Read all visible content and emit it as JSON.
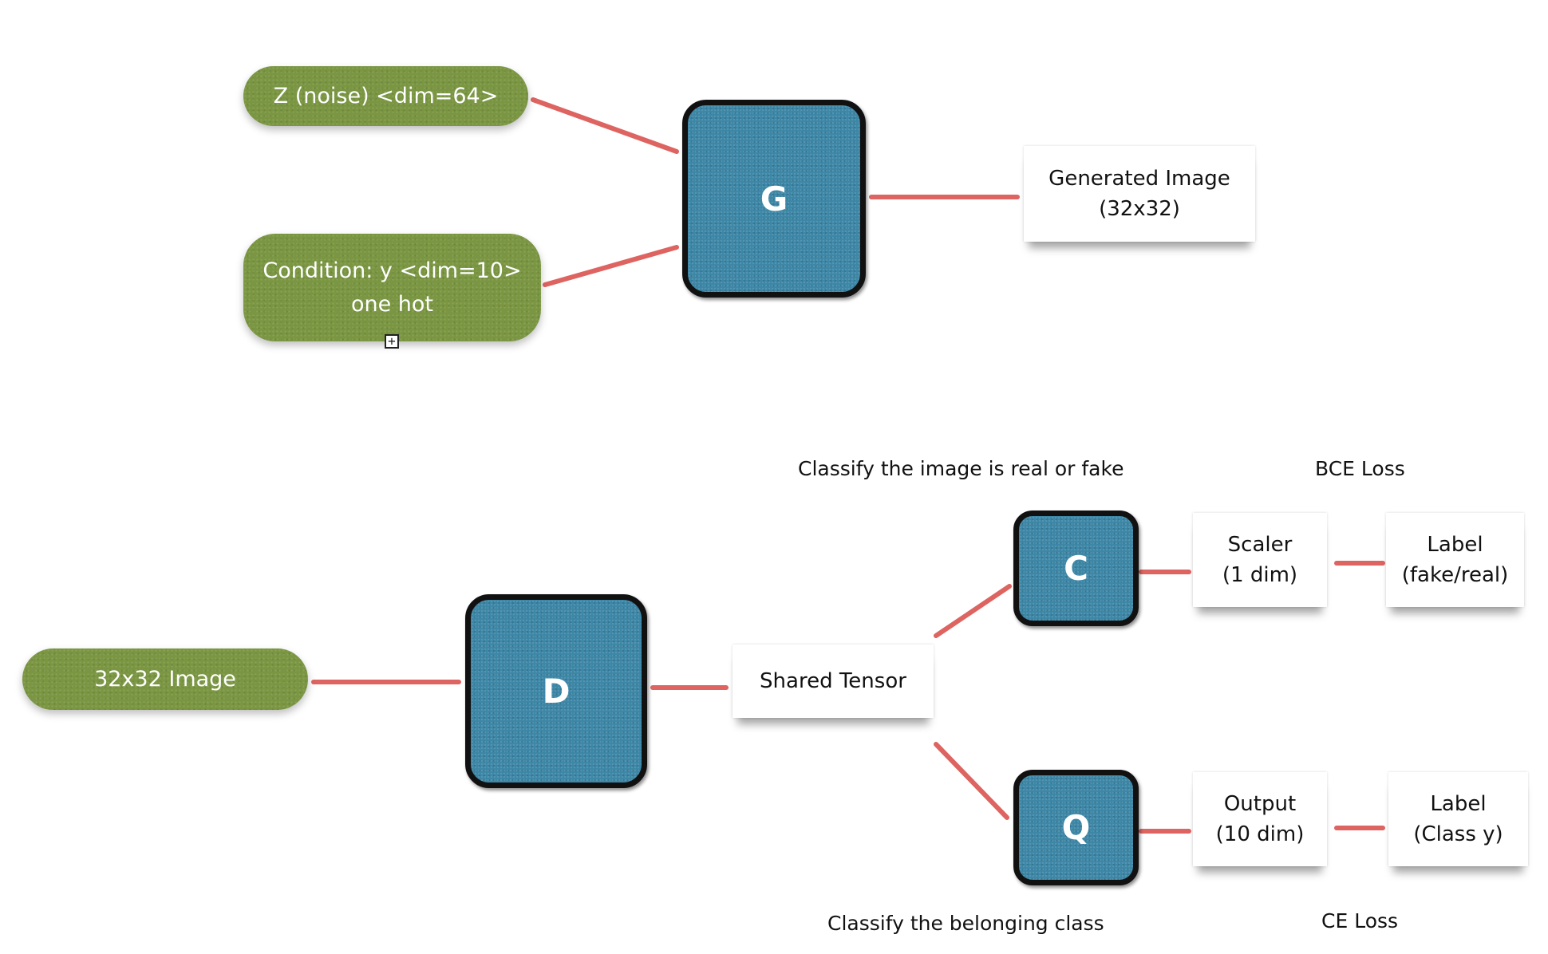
{
  "colors": {
    "input_fill": "#7a9642",
    "node_fill": "#3c86a6",
    "node_border": "#111111",
    "connector": "#d9534f",
    "card_fill": "#ffffff"
  },
  "generator": {
    "noise_input": "Z (noise) <dim=64>",
    "condition_input_line1": "Condition: y <dim=10>",
    "condition_input_line2": "one hot",
    "node_label": "G",
    "output_line1": "Generated Image",
    "output_line2": "(32x32)",
    "expander_icon": "plus-box-icon"
  },
  "discriminator": {
    "image_input": "32x32 Image",
    "node_label": "D",
    "shared_tensor": "Shared Tensor",
    "c_node_label": "C",
    "q_node_label": "Q",
    "scaler_line1": "Scaler",
    "scaler_line2": "(1 dim)",
    "label_fake_line1": "Label",
    "label_fake_line2": "(fake/real)",
    "output_line1": "Output",
    "output_line2": "(10 dim)",
    "label_class_line1": "Label",
    "label_class_line2": "(Class y)"
  },
  "annotations": {
    "c_task": "Classify the image is real or fake",
    "bce_loss": "BCE Loss",
    "q_task": "Classify the belonging class",
    "ce_loss": "CE Loss"
  }
}
